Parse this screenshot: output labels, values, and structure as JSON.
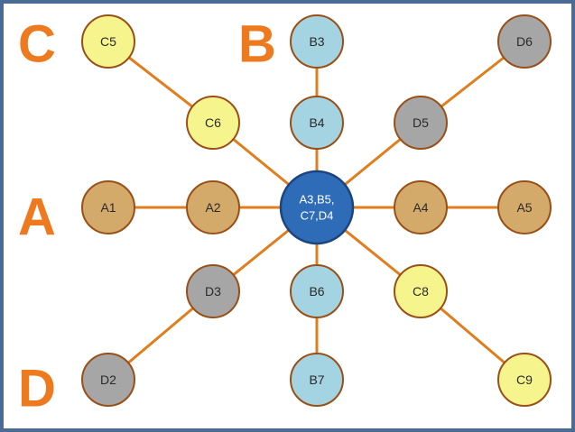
{
  "colors": {
    "frame": "#4a6b96",
    "edge": "#e07e1e",
    "node_outline": "#9a4f16",
    "A": "#d4aa6a",
    "B": "#a4d3e1",
    "C": "#f6f58d",
    "D": "#a6a6a6",
    "hub": "#2e6cb8",
    "hub_outline": "#1c457d",
    "letter": "#ee7a1f"
  },
  "group_letters": {
    "C": "C",
    "B": "B",
    "A": "A",
    "D": "D"
  },
  "hub": {
    "line1": "A3,B5,",
    "line2": "C7,D4"
  },
  "nodes": [
    {
      "id": "C5",
      "label": "C5",
      "group": "C"
    },
    {
      "id": "C6",
      "label": "C6",
      "group": "C"
    },
    {
      "id": "B3",
      "label": "B3",
      "group": "B"
    },
    {
      "id": "B4",
      "label": "B4",
      "group": "B"
    },
    {
      "id": "D6",
      "label": "D6",
      "group": "D"
    },
    {
      "id": "D5",
      "label": "D5",
      "group": "D"
    },
    {
      "id": "A1",
      "label": "A1",
      "group": "A"
    },
    {
      "id": "A2",
      "label": "A2",
      "group": "A"
    },
    {
      "id": "A4",
      "label": "A4",
      "group": "A"
    },
    {
      "id": "A5",
      "label": "A5",
      "group": "A"
    },
    {
      "id": "D3",
      "label": "D3",
      "group": "D"
    },
    {
      "id": "D2",
      "label": "D2",
      "group": "D"
    },
    {
      "id": "B6",
      "label": "B6",
      "group": "B"
    },
    {
      "id": "B7",
      "label": "B7",
      "group": "B"
    },
    {
      "id": "C8",
      "label": "C8",
      "group": "C"
    },
    {
      "id": "C9",
      "label": "C9",
      "group": "C"
    }
  ],
  "edges": [
    [
      "C5",
      "C6"
    ],
    [
      "C6",
      "HUB"
    ],
    [
      "B3",
      "B4"
    ],
    [
      "B4",
      "HUB"
    ],
    [
      "D6",
      "D5"
    ],
    [
      "D5",
      "HUB"
    ],
    [
      "A1",
      "A2"
    ],
    [
      "A2",
      "HUB"
    ],
    [
      "HUB",
      "A4"
    ],
    [
      "A4",
      "A5"
    ],
    [
      "HUB",
      "D3"
    ],
    [
      "D3",
      "D2"
    ],
    [
      "HUB",
      "B6"
    ],
    [
      "B6",
      "B7"
    ],
    [
      "HUB",
      "C8"
    ],
    [
      "C8",
      "C9"
    ]
  ]
}
